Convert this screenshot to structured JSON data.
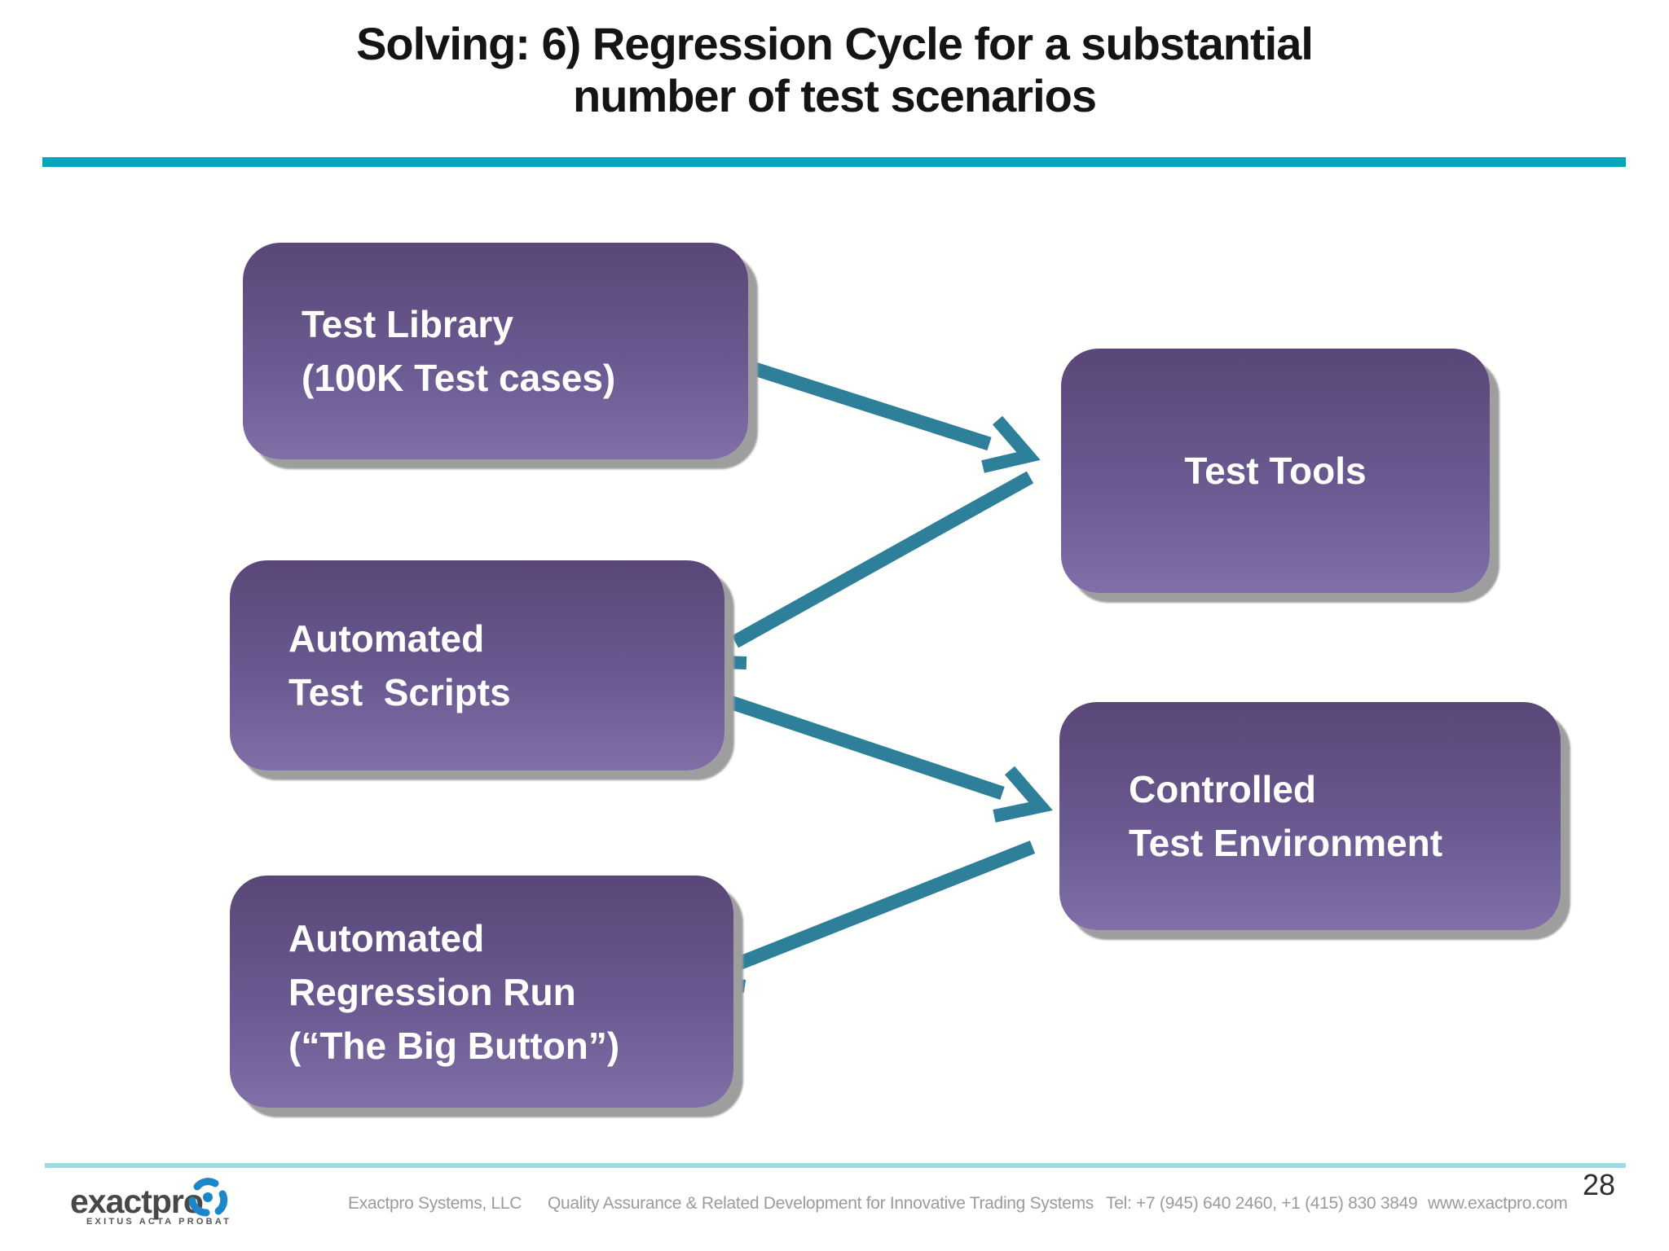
{
  "slide": {
    "title": {
      "line1": "Solving: 6) Regression Cycle for a substantial",
      "line2": "number of test scenarios"
    },
    "page_number": "28"
  },
  "boxes": [
    {
      "id": "test-library",
      "lines": [
        "Test Library",
        "(100K Test cases)"
      ]
    },
    {
      "id": "test-tools",
      "lines": [
        "Test Tools"
      ]
    },
    {
      "id": "automated-test-scripts",
      "lines": [
        "Automated",
        "Test  Scripts"
      ]
    },
    {
      "id": "controlled-test-environment",
      "lines": [
        "Controlled",
        "Test Environment"
      ]
    },
    {
      "id": "automated-regression-run",
      "lines": [
        "Automated",
        "Regression Run",
        "(“The Big Button”)"
      ]
    }
  ],
  "connections": [
    {
      "from": "test-library",
      "to": "test-tools"
    },
    {
      "from": "test-tools",
      "to": "automated-test-scripts"
    },
    {
      "from": "automated-test-scripts",
      "to": "controlled-test-environment"
    },
    {
      "from": "controlled-test-environment",
      "to": "automated-regression-run"
    }
  ],
  "footer": {
    "logo_text": "exactpro",
    "logo_motto": "EXITUS ACTA PROBAT",
    "company": "Exactpro Systems, LLC",
    "tagline": "Quality Assurance & Related Development for Innovative Trading Systems",
    "phone": "Tel: +7 (945) 640 2460, +1 (415) 830 3849",
    "website": "www.exactpro.com"
  },
  "colors": {
    "title_rule_teal": "#05a6ba",
    "footer_rule_teal": "#9fd9e3",
    "arrow_teal": "#2e7f9a",
    "box_purple_top": "#5a4778",
    "box_purple_bottom": "#816fa8",
    "box_shadow_gray": "#9e9e9e",
    "box_text": "#ffffff",
    "logo_blue": "#1b86c8",
    "footer_text_gray": "#9b9b9b"
  }
}
